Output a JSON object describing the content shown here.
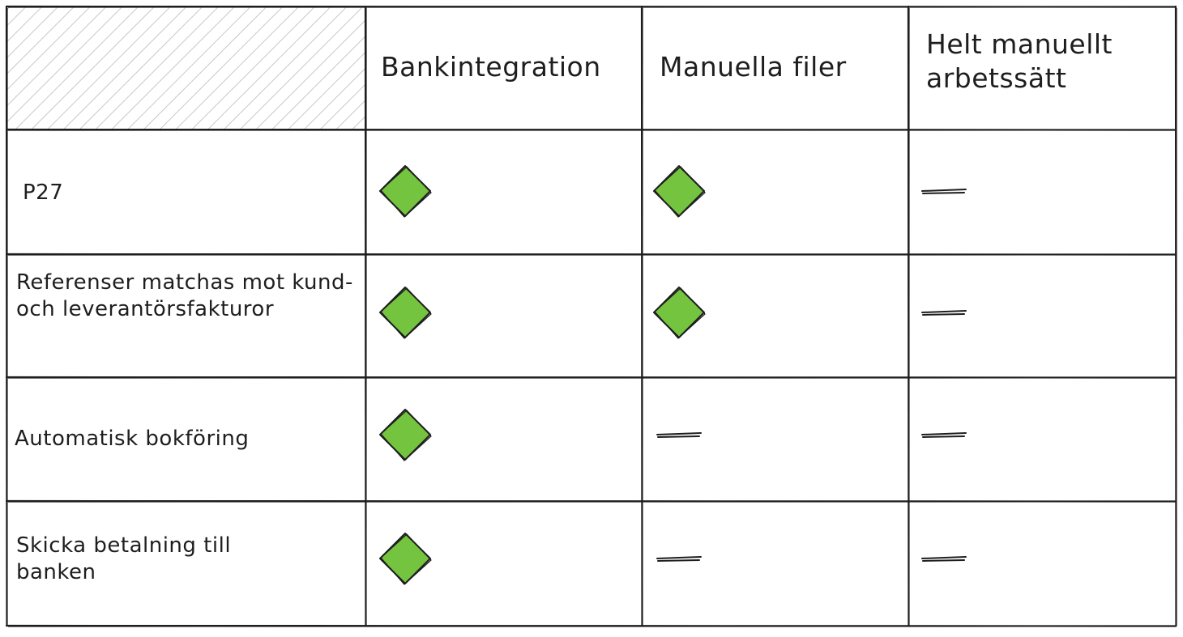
{
  "table": {
    "columns": [
      "Bankintegration",
      "Manuella filer",
      "Helt manuellt arbetssätt"
    ],
    "rows": [
      {
        "label": "P27",
        "cells": [
          "check",
          "check",
          "none"
        ]
      },
      {
        "label": "Referenser matchas mot kund- och leverantörsfakturor",
        "cells": [
          "check",
          "check",
          "none"
        ]
      },
      {
        "label": "Automatisk bokföring",
        "cells": [
          "check",
          "none",
          "none"
        ]
      },
      {
        "label": "Skicka betalning till banken",
        "cells": [
          "check",
          "none",
          "none"
        ]
      }
    ]
  },
  "colors": {
    "check_fill": "#74c43f",
    "ink": "#1e1e1e",
    "hatch": "#c8c8c8"
  },
  "icons": {
    "check": "green-diamond-icon",
    "none": "dash-icon"
  }
}
